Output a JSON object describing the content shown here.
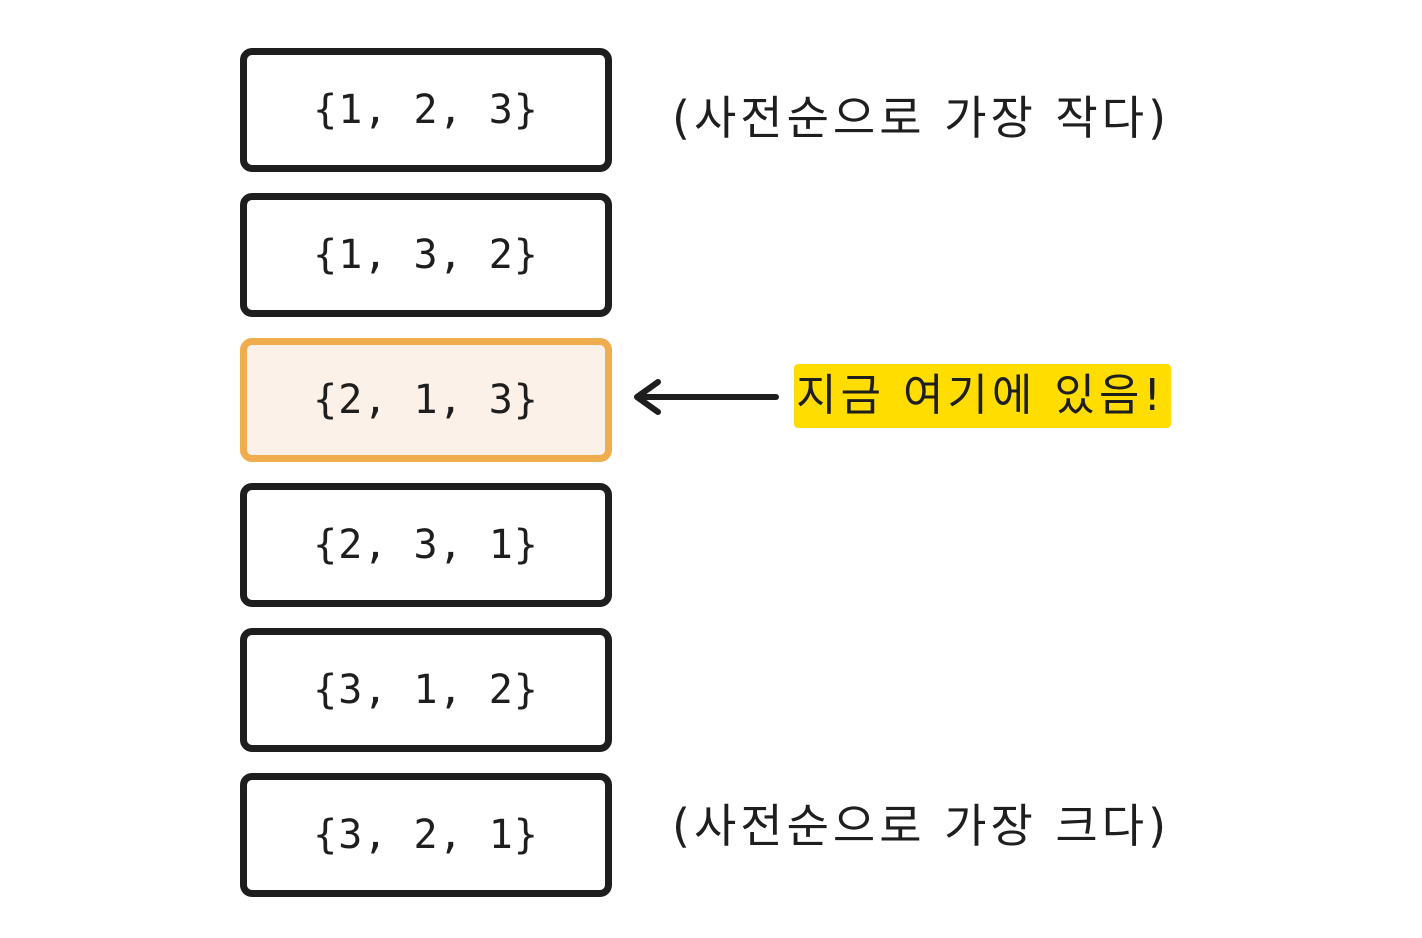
{
  "permutations": [
    {
      "label": "{1, 2, 3}",
      "current": false
    },
    {
      "label": "{1, 3, 2}",
      "current": false
    },
    {
      "label": "{2, 1, 3}",
      "current": true
    },
    {
      "label": "{2, 3, 1}",
      "current": false
    },
    {
      "label": "{3, 1, 2}",
      "current": false
    },
    {
      "label": "{3, 2, 1}",
      "current": false
    }
  ],
  "notes": {
    "smallest": "(사전순으로 가장 작다)",
    "largest": "(사전순으로 가장 크다)",
    "current": "지금 여기에 있음!"
  },
  "colors": {
    "stroke": "#1e1e1e",
    "current_border": "#f0ad4e",
    "current_fill": "#fbf1e8",
    "highlight": "#ffdd00"
  }
}
